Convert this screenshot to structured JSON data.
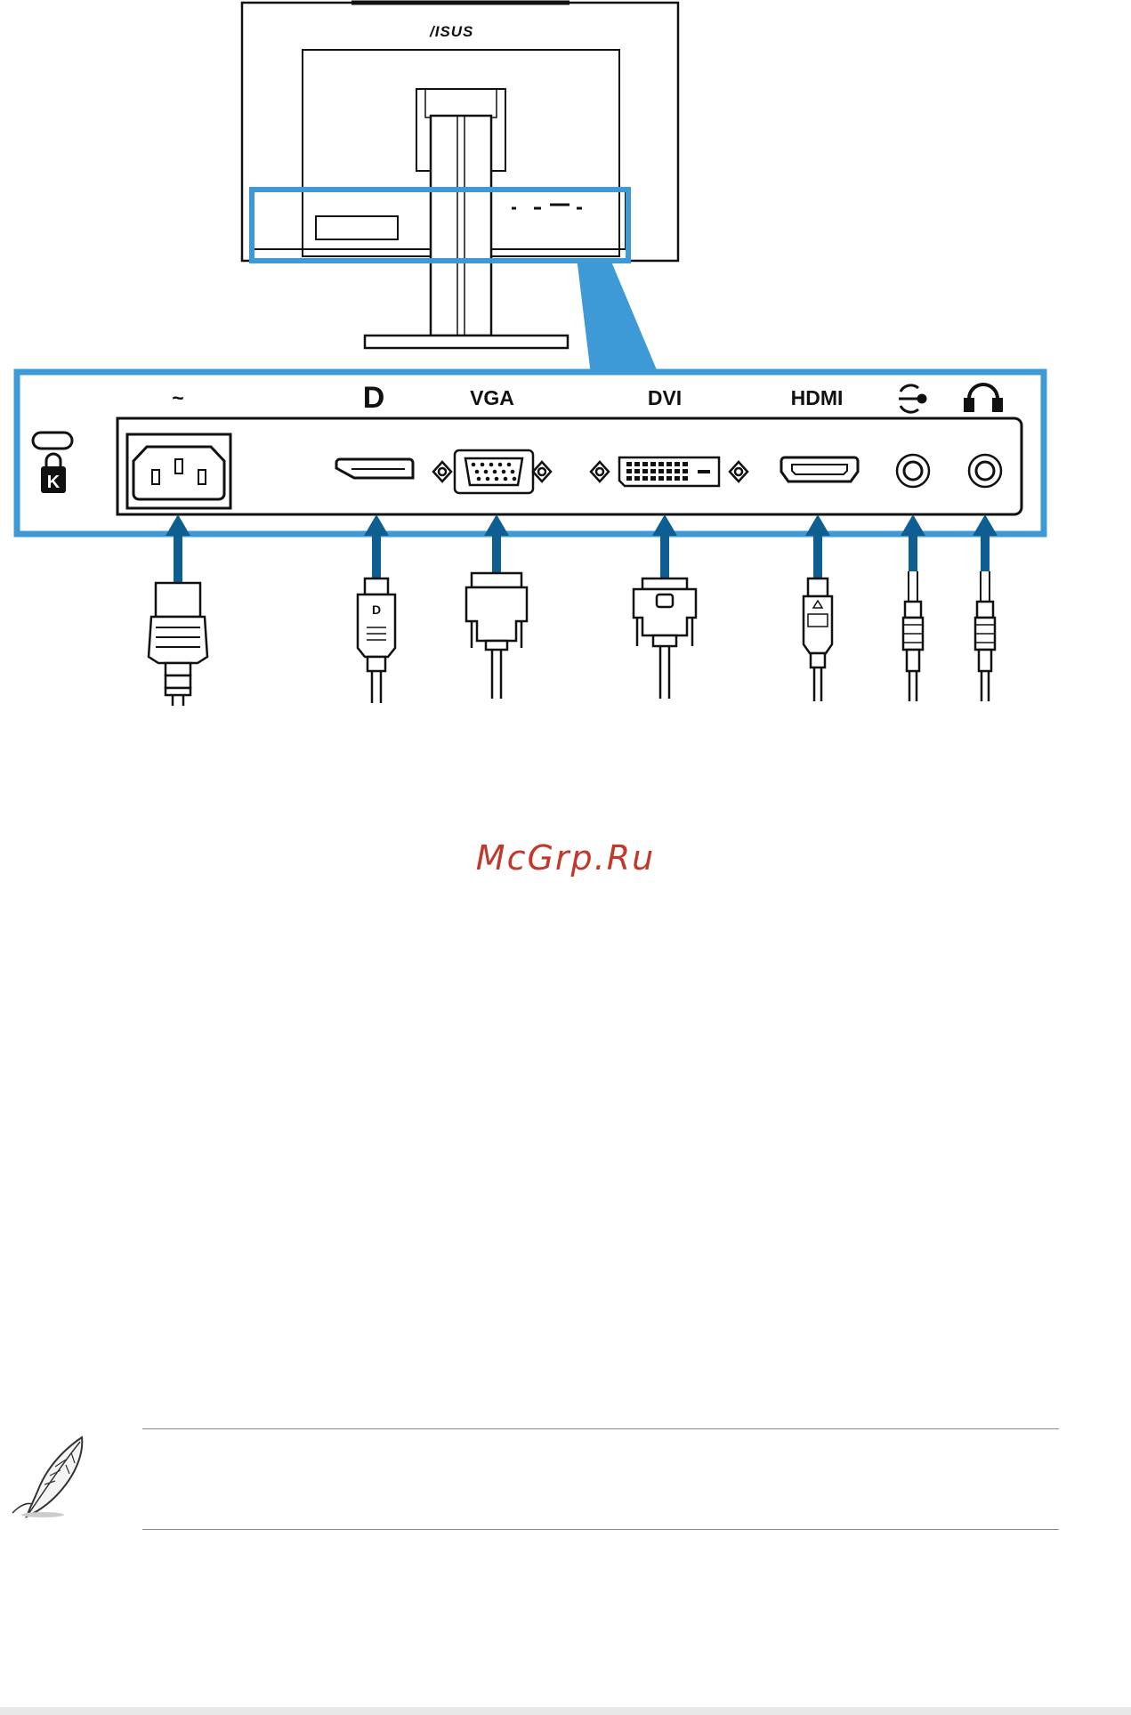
{
  "monitor": {
    "brand_logo": "/ISUS"
  },
  "ports": [
    {
      "id": "ac-power",
      "label": "~"
    },
    {
      "id": "displayport",
      "label": "D"
    },
    {
      "id": "vga",
      "label": "VGA"
    },
    {
      "id": "dvi",
      "label": "DVI"
    },
    {
      "id": "hdmi",
      "label": "HDMI"
    },
    {
      "id": "audio-in",
      "label": ""
    },
    {
      "id": "earphone",
      "label": ""
    }
  ],
  "kensington_lock": {
    "label": "K"
  },
  "colors": {
    "highlight": "#3d9ad6",
    "arrow": "#0f5e91",
    "watermark": "#c0392b",
    "note_rule": "#888888"
  },
  "watermark": {
    "text": "McGrp.Ru"
  },
  "note": {
    "icon": "feather-quill-icon",
    "text": ""
  }
}
